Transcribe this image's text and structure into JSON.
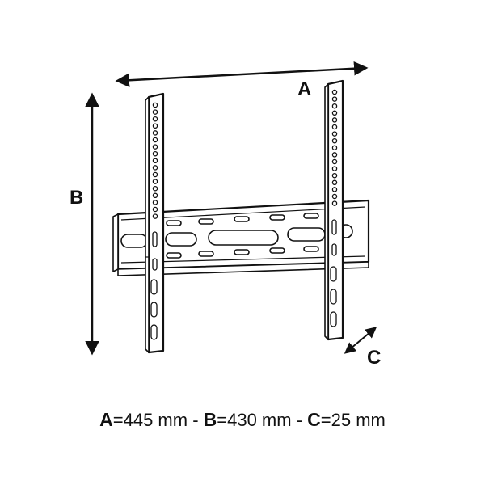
{
  "labels": {
    "a": "A",
    "b": "B",
    "c": "C"
  },
  "caption": {
    "a_key": "A",
    "a_value": "=445 mm",
    "sep1": " - ",
    "b_key": "B",
    "b_value": "=430 mm",
    "sep2": " - ",
    "c_key": "C",
    "c_value": "=25 mm"
  },
  "colors": {
    "line": "#111111",
    "fill": "#ffffff"
  }
}
